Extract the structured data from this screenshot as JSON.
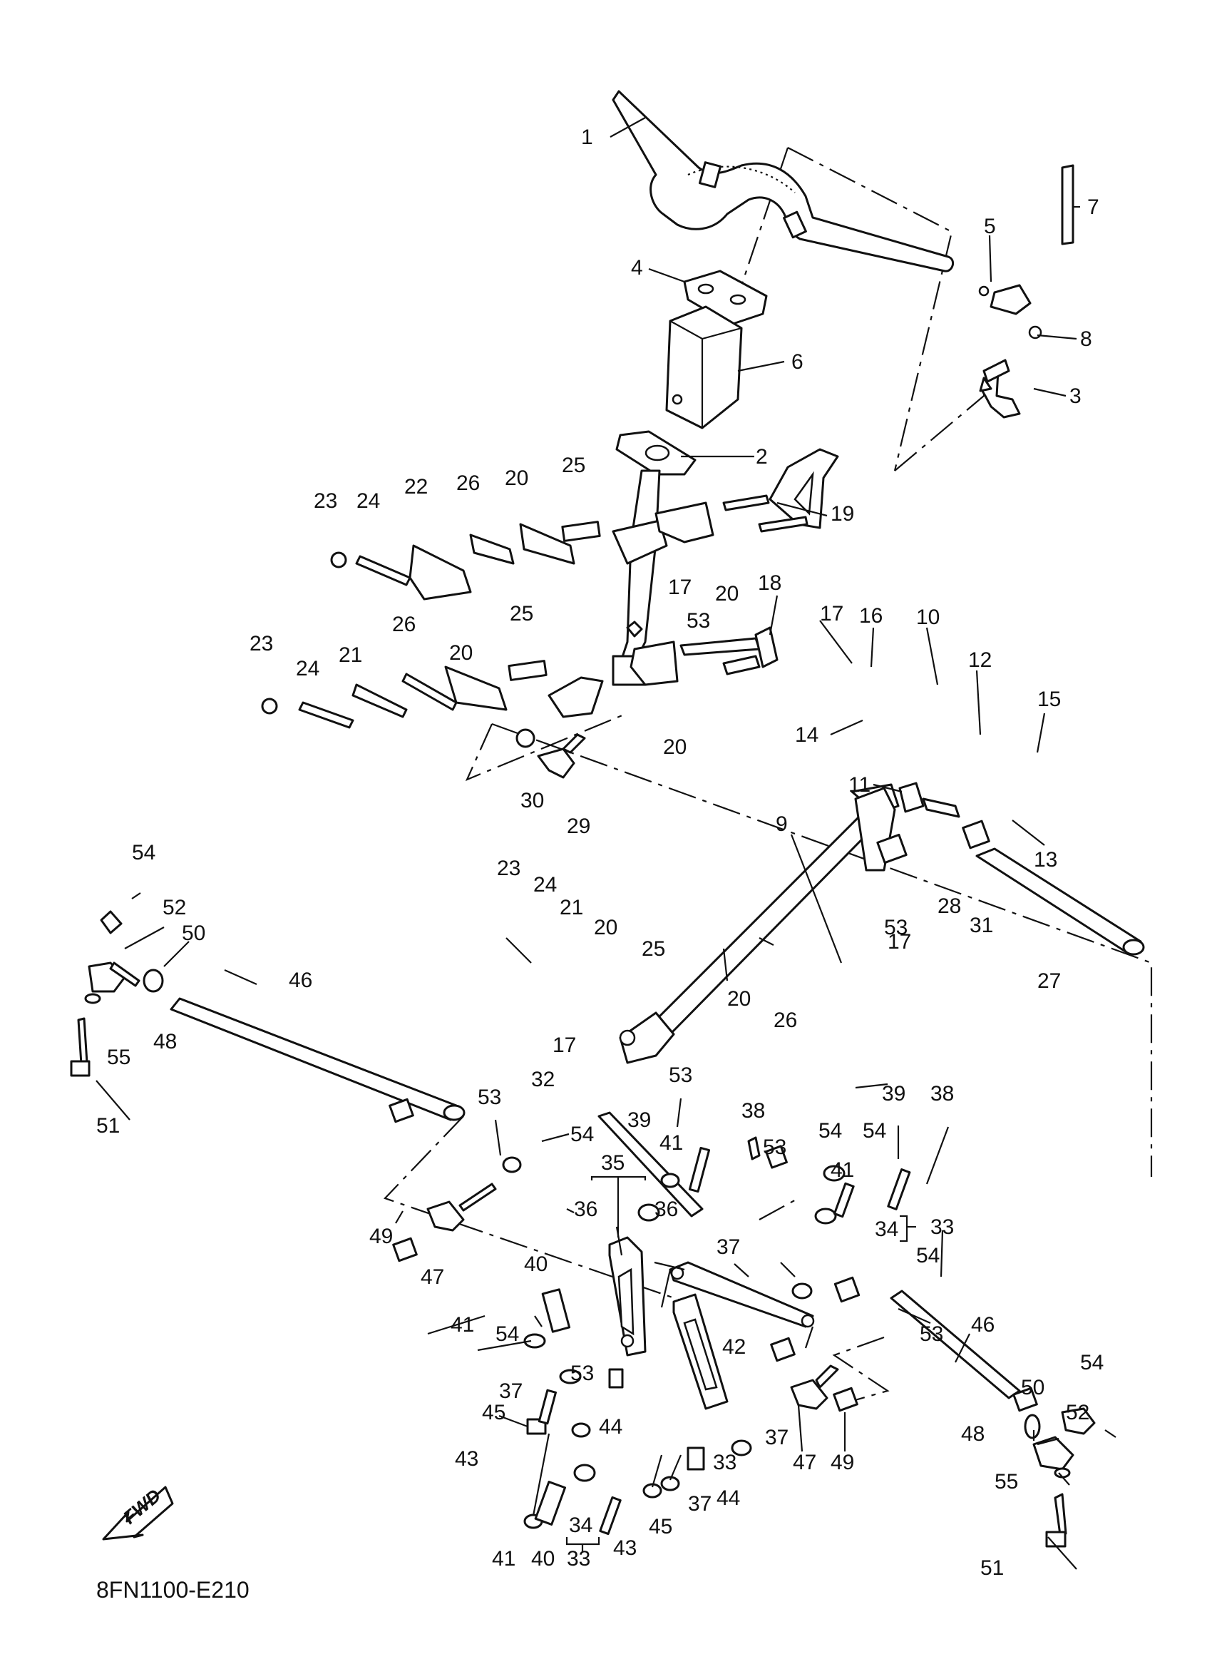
{
  "diagram_code": "8FN1100-E210",
  "fwd_label": "FWD",
  "callouts": [
    "1",
    "2",
    "3",
    "4",
    "5",
    "6",
    "7",
    "8",
    "9",
    "10",
    "11",
    "12",
    "13",
    "14",
    "15",
    "16",
    "17",
    "17",
    "17",
    "17",
    "18",
    "19",
    "20",
    "20",
    "20",
    "20",
    "20",
    "20",
    "21",
    "21",
    "22",
    "23",
    "23",
    "23",
    "24",
    "24",
    "24",
    "25",
    "25",
    "25",
    "26",
    "26",
    "26",
    "27",
    "28",
    "29",
    "30",
    "31",
    "32",
    "33",
    "33",
    "33",
    "34",
    "34",
    "35",
    "36",
    "36",
    "37",
    "37",
    "37",
    "37",
    "38",
    "38",
    "39",
    "39",
    "40",
    "40",
    "41",
    "41",
    "41",
    "41",
    "42",
    "43",
    "43",
    "44",
    "44",
    "45",
    "45",
    "46",
    "46",
    "47",
    "47",
    "48",
    "48",
    "49",
    "49",
    "50",
    "50",
    "51",
    "51",
    "52",
    "52",
    "53",
    "53",
    "53",
    "53",
    "53",
    "53",
    "53",
    "54",
    "54",
    "54",
    "54",
    "54",
    "54",
    "54",
    "55",
    "55"
  ]
}
